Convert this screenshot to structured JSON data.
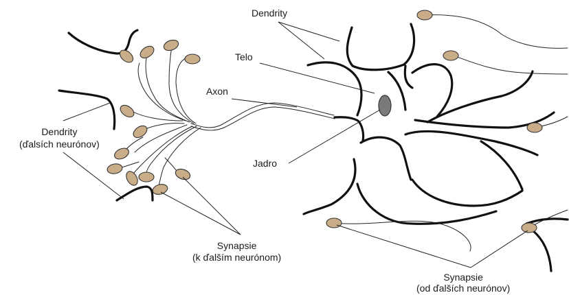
{
  "labels": {
    "dendrites_top": "Dendrity",
    "body": "Telo",
    "axon": "Axon",
    "dendrites_other_line1": "Dendrity",
    "dendrites_other_line2": "(ďalsích neurónov)",
    "nucleus": "Jadro",
    "synapses_out_line1": "Synapsie",
    "synapses_out_line2": "(k ďalším neurónom)",
    "synapses_in_line1": "Synapsie",
    "synapses_in_line2": "(od ďalších neurónov)"
  },
  "colors": {
    "synapse_fill": "#c9ad88",
    "nucleus_fill": "#7a7a7a",
    "stroke": "#111111"
  }
}
